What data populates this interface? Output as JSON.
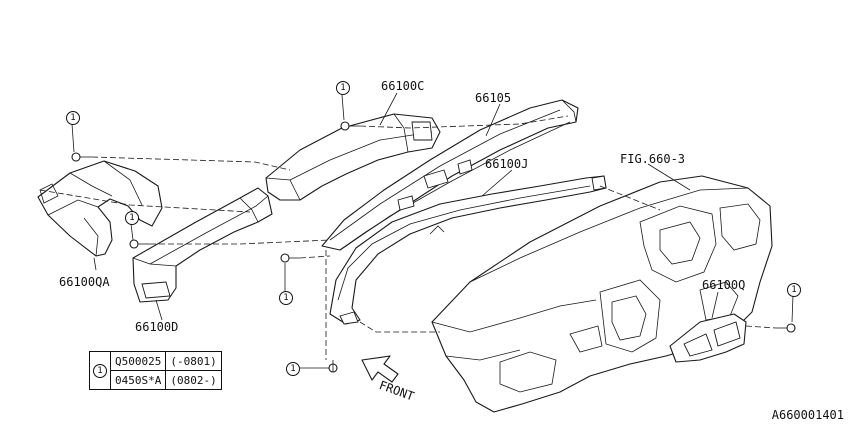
{
  "parts": {
    "p66100C": "66100C",
    "p66105": "66105",
    "p66100J": "66100J",
    "p66100QA": "66100QA",
    "p66100D": "66100D",
    "p66100Q": "66100Q"
  },
  "figure_reference": "FIG.660-3",
  "front_label": "FRONT",
  "callout_number": "1",
  "legend": {
    "rows": [
      {
        "part": "Q500025",
        "range": "(-0801)"
      },
      {
        "part": "0450S*A",
        "range": "(0802-)"
      }
    ]
  },
  "catalog_number": "A660001401"
}
